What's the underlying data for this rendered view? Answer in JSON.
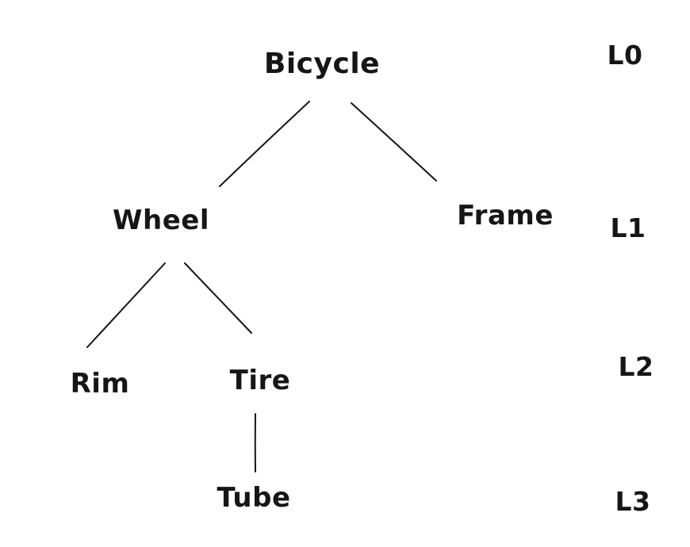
{
  "page": {
    "background_color": "#ffffff",
    "ink_color": "#161616",
    "style": "hand-drawn tree diagram"
  },
  "diagram": {
    "type": "tree",
    "nodes": [
      {
        "id": "bicycle",
        "label": "Bicycle",
        "level": "L0"
      },
      {
        "id": "wheel",
        "label": "Wheel",
        "level": "L1"
      },
      {
        "id": "frame",
        "label": "Frame",
        "level": "L1"
      },
      {
        "id": "rim",
        "label": "Rim",
        "level": "L2"
      },
      {
        "id": "tire",
        "label": "Tire",
        "level": "L2"
      },
      {
        "id": "tube",
        "label": "Tube",
        "level": "L3"
      }
    ],
    "edges": [
      {
        "from": "Bicycle",
        "to": "Wheel"
      },
      {
        "from": "Bicycle",
        "to": "Frame"
      },
      {
        "from": "Wheel",
        "to": "Rim"
      },
      {
        "from": "Wheel",
        "to": "Tire"
      },
      {
        "from": "Tire",
        "to": "Tube"
      }
    ],
    "level_labels": [
      {
        "label": "L0"
      },
      {
        "label": "L1"
      },
      {
        "label": "L2"
      },
      {
        "label": "L3"
      }
    ]
  }
}
